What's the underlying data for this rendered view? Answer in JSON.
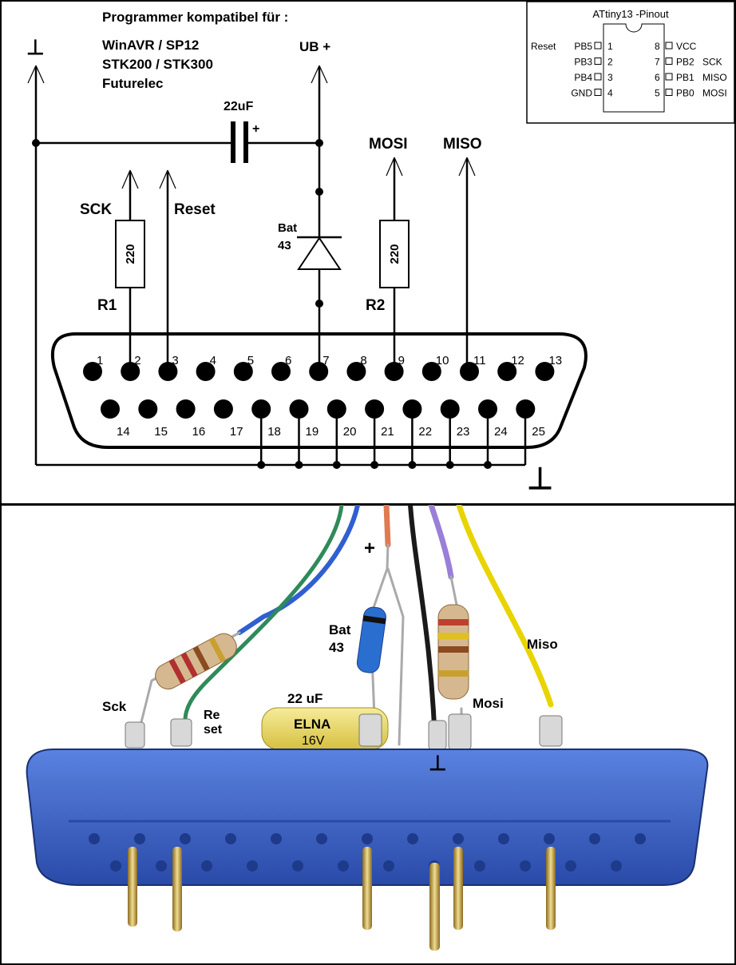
{
  "header": {
    "title": "Programmer kompatibel für :",
    "compat": [
      "WinAVR / SP12",
      "STK200 / STK300",
      "Futurelec"
    ]
  },
  "schematic": {
    "ground_symbol": "⊥",
    "vcc_label": "UB +",
    "capacitor": {
      "value": "22uF",
      "polarity": "+"
    },
    "diode": {
      "label_line1": "Bat",
      "label_line2": "43"
    },
    "signals": {
      "sck": "SCK",
      "reset": "Reset",
      "mosi": "MOSI",
      "miso": "MISO"
    },
    "r1": {
      "name": "R1",
      "value": "220"
    },
    "r2": {
      "name": "R2",
      "value": "220"
    },
    "connector_pins_top": [
      "1",
      "2",
      "3",
      "4",
      "5",
      "6",
      "7",
      "8",
      "9",
      "10",
      "11",
      "12",
      "13"
    ],
    "connector_pins_bottom": [
      "14",
      "15",
      "16",
      "17",
      "18",
      "19",
      "20",
      "21",
      "22",
      "23",
      "24",
      "25"
    ]
  },
  "pinout": {
    "title": "ATtiny13 -Pinout",
    "left": [
      {
        "num": "1",
        "pin": "PB5",
        "func": "Reset"
      },
      {
        "num": "2",
        "pin": "PB3",
        "func": ""
      },
      {
        "num": "3",
        "pin": "PB4",
        "func": ""
      },
      {
        "num": "4",
        "pin": "GND",
        "func": ""
      }
    ],
    "right": [
      {
        "num": "8",
        "pin": "VCC",
        "func": ""
      },
      {
        "num": "7",
        "pin": "PB2",
        "func": "SCK"
      },
      {
        "num": "6",
        "pin": "PB1",
        "func": "MISO"
      },
      {
        "num": "5",
        "pin": "PB0",
        "func": "MOSI"
      }
    ]
  },
  "photo": {
    "plus": "+",
    "bat": [
      "Bat",
      "43"
    ],
    "miso": "Miso",
    "cap": "22 uF",
    "sck": "Sck",
    "reset": [
      "Re",
      "set"
    ],
    "mosi": "Mosi",
    "ground": "⊥",
    "cap_print": [
      "ELNA",
      "16V"
    ]
  },
  "colors": {
    "connector_blue": "#3a62c8",
    "wire_blue": "#2f5fd0",
    "wire_green": "#2f8a5a",
    "wire_orange": "#e07a50",
    "wire_black": "#1a1a1a",
    "wire_purple": "#9a7fd8",
    "wire_yellow": "#e8d400",
    "capacitor_yellow": "#f0e070",
    "diode_blue": "#2a6fd0",
    "resistor_tan": "#d6b890"
  }
}
